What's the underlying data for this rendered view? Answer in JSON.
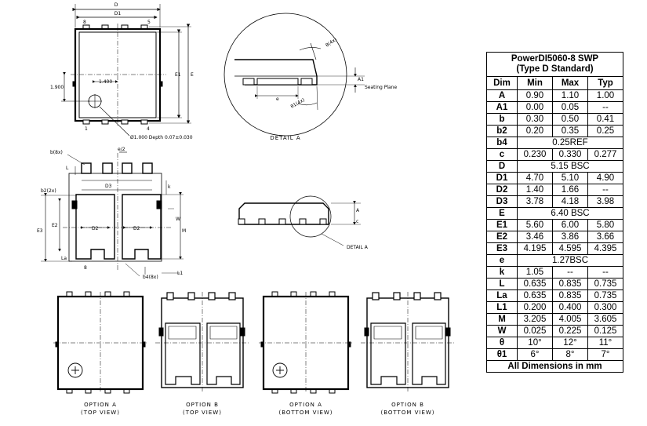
{
  "drawing": {
    "top_labels": {
      "D": "D",
      "D1": "D1",
      "E1": "E1",
      "E": "E",
      "pin8": "8",
      "pin5": "5",
      "pin1": "1",
      "pin4": "4"
    },
    "dims_top": {
      "x1400": "1.400",
      "y1900": "1.900",
      "hole_note": "Ø1.000 Depth 0.07±0.030"
    },
    "detail": {
      "theta": "θ(4x)",
      "theta1": "θ1(4x)",
      "A1": "A1",
      "e_label": "e",
      "seating": "Seating Plane",
      "caption": "DETAIL A"
    },
    "bottom_labels": {
      "b8": "b(8x)",
      "e2": "e/2",
      "L": "L",
      "k": "k",
      "D3": "D3",
      "b2_2x": "b2(2x)",
      "E2": "E2",
      "E3": "E3",
      "D2a": "D2",
      "D2b": "D2",
      "W": "W",
      "M": "M",
      "La": "La",
      "pin8": "8",
      "b4_8x": "b4(8x)",
      "L1": "L1"
    },
    "side_labels": {
      "A": "A",
      "c": "c",
      "detailA": "DETAIL A"
    },
    "options": [
      {
        "line1": "OPTION A",
        "line2": "(TOP VIEW)"
      },
      {
        "line1": "OPTION B",
        "line2": "(TOP VIEW)"
      },
      {
        "line1": "OPTION A",
        "line2": "(BOTTOM VIEW)"
      },
      {
        "line1": "OPTION B",
        "line2": "(BOTTOM VIEW)"
      }
    ]
  },
  "table": {
    "title1": "PowerDI5060-8 SWP",
    "title2": "(Type D Standard)",
    "headers": [
      "Dim",
      "Min",
      "Max",
      "Typ"
    ],
    "rows": [
      {
        "dim": "A",
        "min": "0.90",
        "max": "1.10",
        "typ": "1.00"
      },
      {
        "dim": "A1",
        "min": "0.00",
        "max": "0.05",
        "typ": "--"
      },
      {
        "dim": "b",
        "min": "0.30",
        "max": "0.50",
        "typ": "0.41"
      },
      {
        "dim": "b2",
        "min": "0.20",
        "max": "0.35",
        "typ": "0.25"
      },
      {
        "dim": "b4",
        "span": "0.25REF"
      },
      {
        "dim": "c",
        "min": "0.230",
        "max": "0.330",
        "typ": "0.277"
      },
      {
        "dim": "D",
        "span": "5.15 BSC"
      },
      {
        "dim": "D1",
        "min": "4.70",
        "max": "5.10",
        "typ": "4.90"
      },
      {
        "dim": "D2",
        "min": "1.40",
        "max": "1.66",
        "typ": "--"
      },
      {
        "dim": "D3",
        "min": "3.78",
        "max": "4.18",
        "typ": "3.98"
      },
      {
        "dim": "E",
        "span": "6.40 BSC"
      },
      {
        "dim": "E1",
        "min": "5.60",
        "max": "6.00",
        "typ": "5.80"
      },
      {
        "dim": "E2",
        "min": "3.46",
        "max": "3.86",
        "typ": "3.66"
      },
      {
        "dim": "E3",
        "min": "4.195",
        "max": "4.595",
        "typ": "4.395"
      },
      {
        "dim": "e",
        "span": "1.27BSC"
      },
      {
        "dim": "k",
        "min": "1.05",
        "max": "--",
        "typ": "--"
      },
      {
        "dim": "L",
        "min": "0.635",
        "max": "0.835",
        "typ": "0.735"
      },
      {
        "dim": "La",
        "min": "0.635",
        "max": "0.835",
        "typ": "0.735"
      },
      {
        "dim": "L1",
        "min": "0.200",
        "max": "0.400",
        "typ": "0.300"
      },
      {
        "dim": "M",
        "min": "3.205",
        "max": "4.005",
        "typ": "3.605"
      },
      {
        "dim": "W",
        "min": "0.025",
        "max": "0.225",
        "typ": "0.125"
      },
      {
        "dim": "θ",
        "min": "10°",
        "max": "12°",
        "typ": "11°"
      },
      {
        "dim": "θ1",
        "min": "6°",
        "max": "8°",
        "typ": "7°"
      }
    ],
    "footer": "All Dimensions in mm"
  }
}
